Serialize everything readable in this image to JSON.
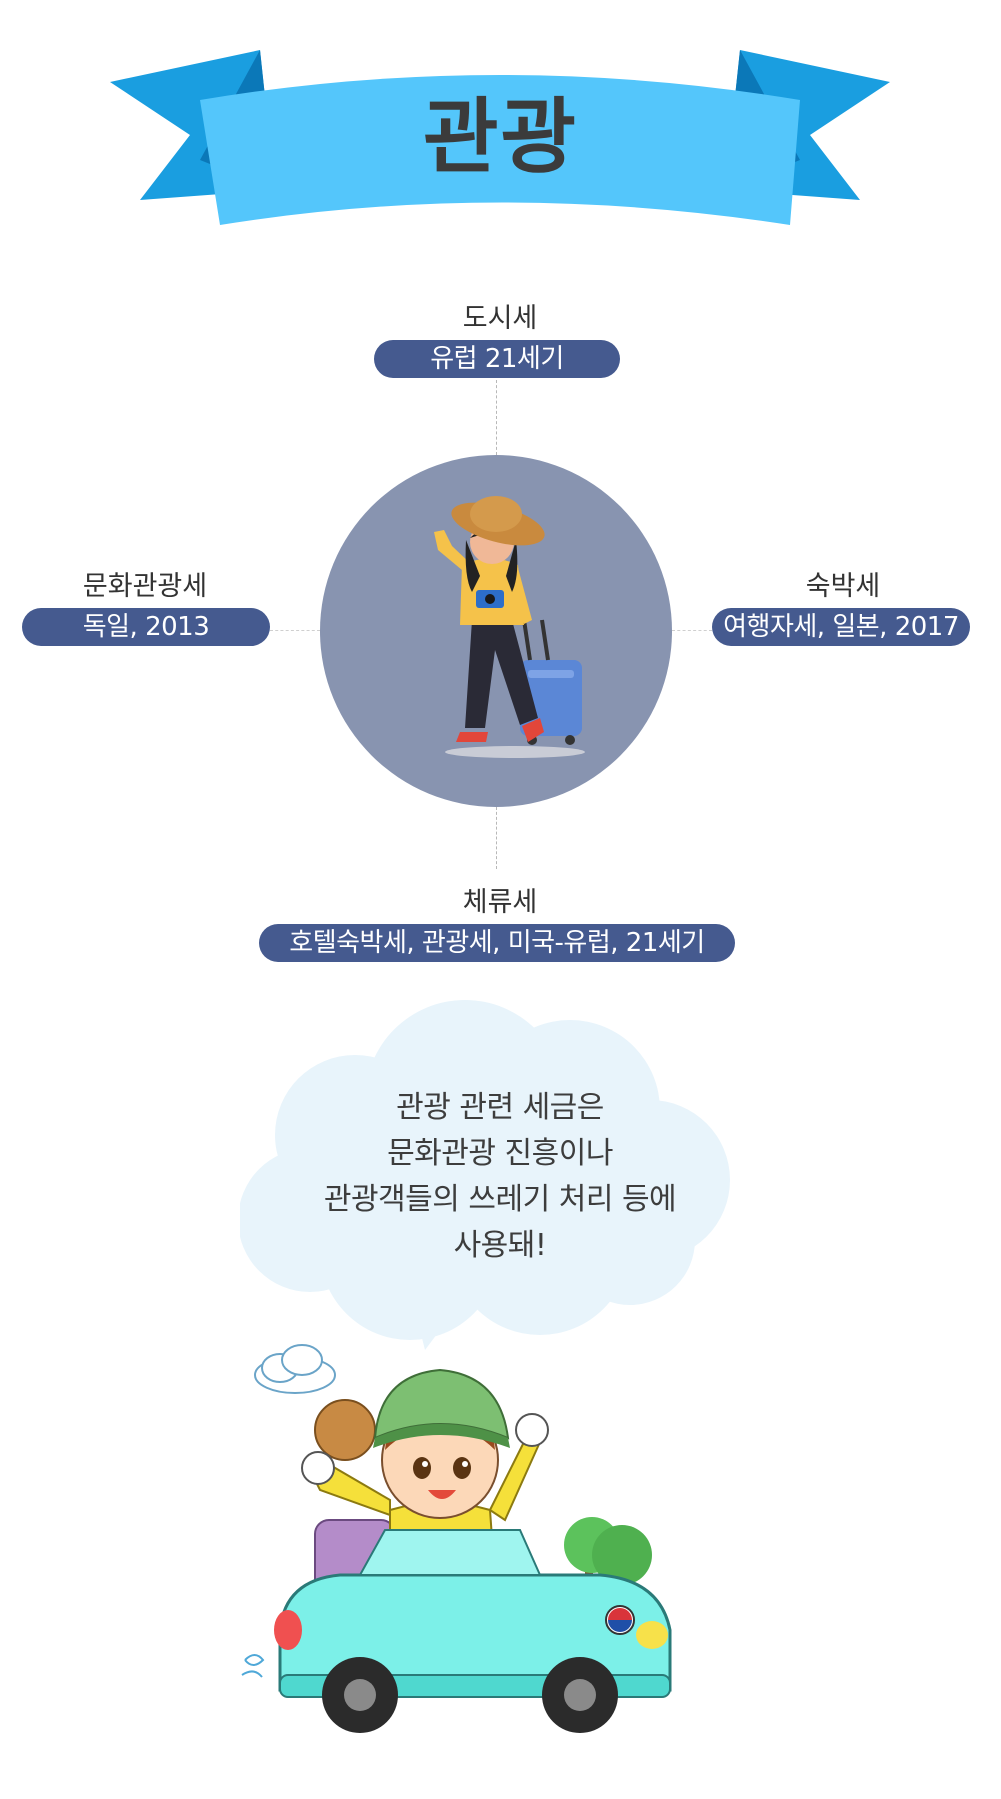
{
  "title": "관광",
  "colors": {
    "banner_front": "#4fc3f7",
    "banner_back": "#1a9ee0",
    "pill": "#455a8f",
    "circle": "#8894b0",
    "cloud": "#e8f4fb"
  },
  "nodes": {
    "top": {
      "label": "도시세",
      "pill": "유럽 21세기"
    },
    "left": {
      "label": "문화관광세",
      "pill": "독일, 2013"
    },
    "right": {
      "label": "숙박세",
      "pill": "여행자세, 일본, 2017"
    },
    "bottom": {
      "label": "체류세",
      "pill": "호텔숙박세, 관광세, 미국-유럽, 21세기"
    }
  },
  "speech": {
    "line1": "관광 관련 세금은",
    "line2": "문화관광 진흥이나",
    "line3": "관광객들의 쓰레기 처리 등에",
    "line4": "사용돼!"
  },
  "icons": {
    "traveler": "traveler-woman-icon",
    "car": "cartoon-car-icon"
  }
}
